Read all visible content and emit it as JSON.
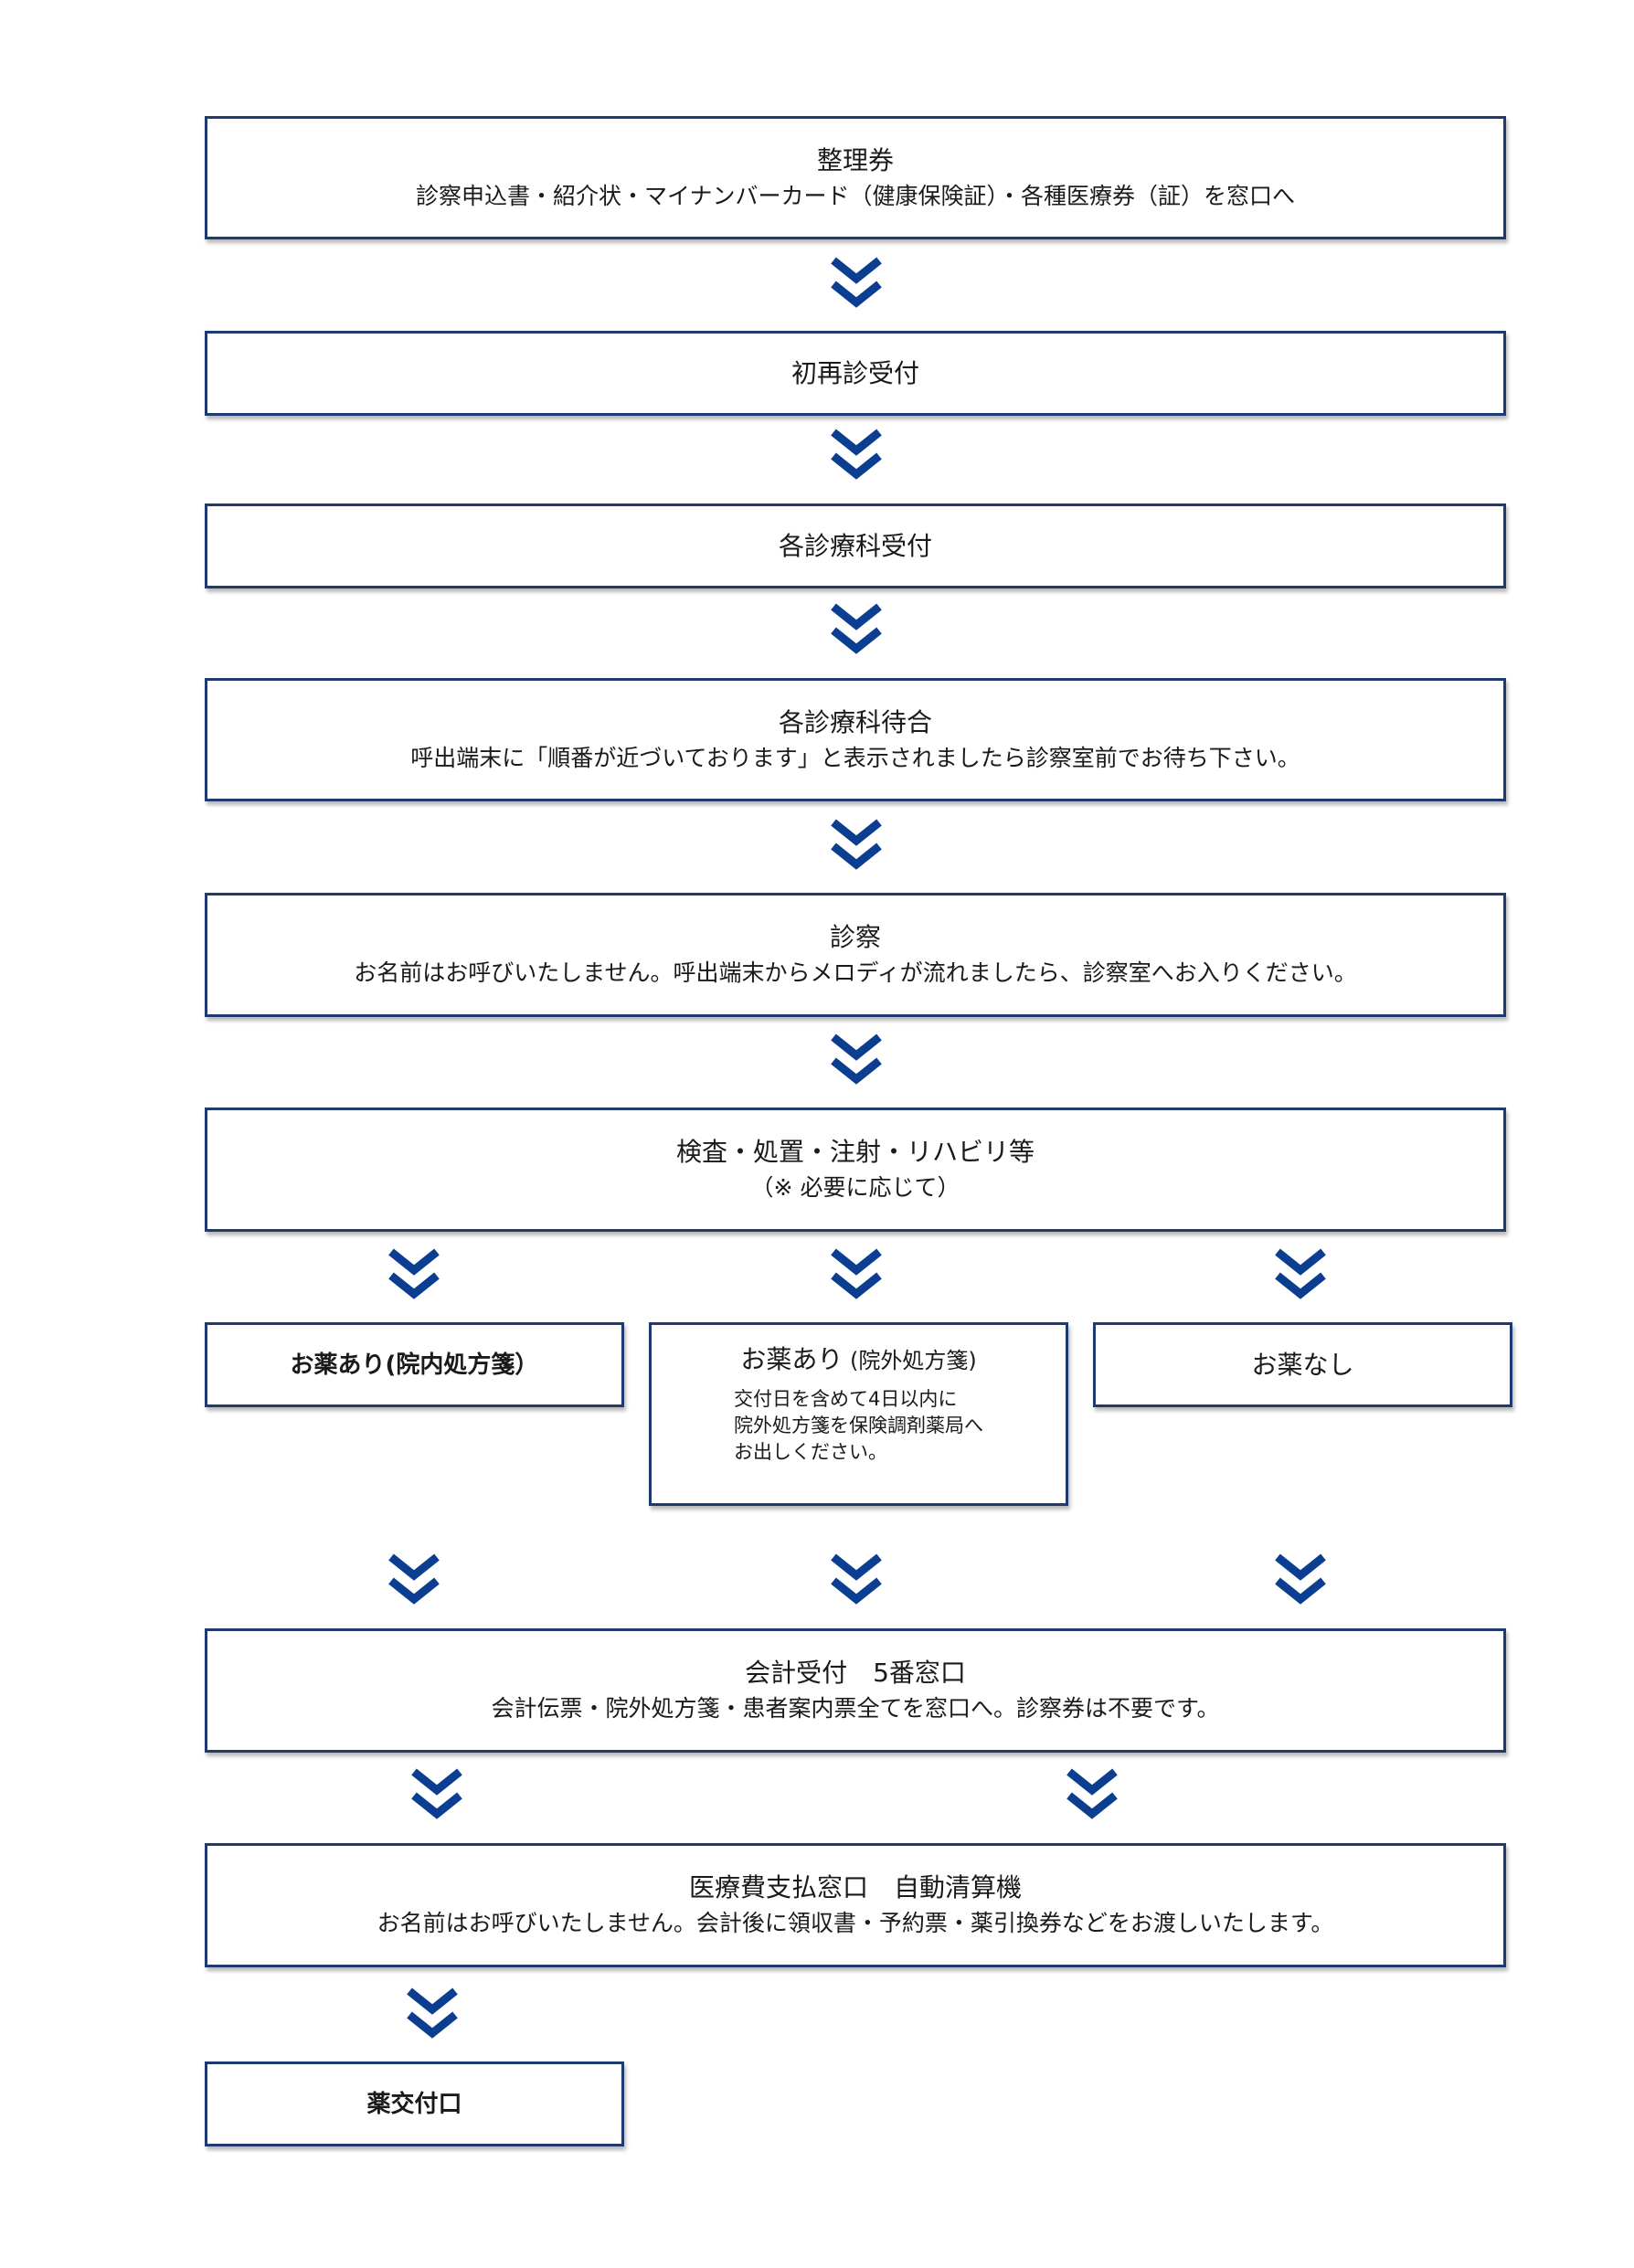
{
  "colors": {
    "border": "#1f3a6e",
    "chevron": "#0b3d91"
  },
  "steps": {
    "ticket": {
      "title": "整理券",
      "subtitle": "診察申込書・紹介状・マイナンバーカード（健康保険証）・各種医療券（証）を窓口へ"
    },
    "first_revisit_reception": {
      "title": "初再診受付"
    },
    "department_reception": {
      "title": "各診療科受付"
    },
    "department_waiting": {
      "title": "各診療科待合",
      "subtitle": "呼出端末に「順番が近づいております」と表示されましたら診察室前でお待ち下さい。"
    },
    "examination": {
      "title": "診察",
      "subtitle": "お名前はお呼びいたしません。呼出端末からメロディが流れましたら、診察室へお入りください。"
    },
    "tests": {
      "title": "検査・処置・注射・リハビリ等",
      "subtitle": "（※ 必要に応じて）"
    },
    "medicine_inhouse": {
      "title": "お薬あり(院内処方箋）"
    },
    "medicine_outside": {
      "title_main": "お薬あり",
      "title_paren": " (院外処方箋)",
      "lines": [
        "交付日を含めて4日以内に",
        "院外処方箋を保険調剤薬局へ",
        "お出しください。"
      ]
    },
    "no_medicine": {
      "title": "お薬なし"
    },
    "accounting": {
      "title": "会計受付　5番窓口",
      "subtitle": "会計伝票・院外処方箋・患者案内票全てを窓口へ。診察券は不要です。"
    },
    "payment": {
      "title": "医療費支払窓口　自動清算機",
      "subtitle": "お名前はお呼びいたしません。会計後に領収書・予約票・薬引換券などをお渡しいたします。"
    },
    "pharmacy_window": {
      "title": "薬交付口"
    }
  }
}
